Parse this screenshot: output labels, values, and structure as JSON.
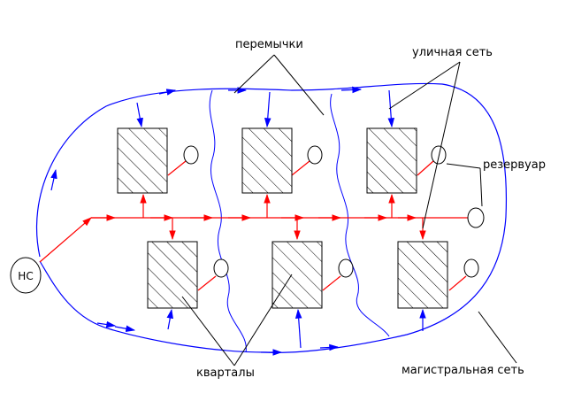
{
  "labels": {
    "peremychki": "перемычки",
    "ulichnaya_set": "уличная сеть",
    "rezervuar": "резервуар",
    "kvartaly": "кварталы",
    "magistralnaya_set": "магистральная сеть",
    "ns": "НС"
  },
  "colors": {
    "street_network": "#0000ff",
    "main_network": "#ff0000",
    "outline": "#000000"
  }
}
